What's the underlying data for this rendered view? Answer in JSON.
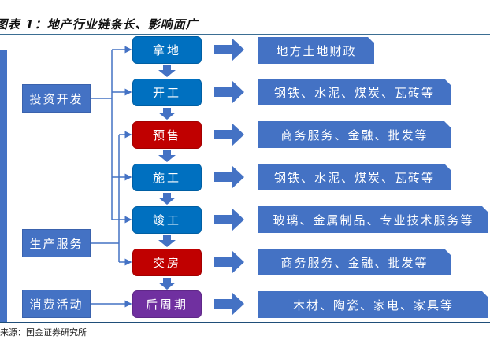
{
  "title": "图表 1：地产行业链条长、影响面广",
  "source": "来源：国金证券研究所",
  "colors": {
    "blue_stage": "#0070c0",
    "red_stage": "#c00000",
    "purple_stage": "#7030a0",
    "category": "#4472c4",
    "industry": "#4472c4",
    "connector": "#4472c4"
  },
  "categories": [
    {
      "label": "投资开发"
    },
    {
      "label": "生产服务"
    },
    {
      "label": "消费活动"
    }
  ],
  "stages": [
    {
      "label": "拿地",
      "color": "#0070c0",
      "category": "投资开发"
    },
    {
      "label": "开工",
      "color": "#0070c0",
      "category": "投资开发"
    },
    {
      "label": "预售",
      "color": "#c00000",
      "category": "生产服务"
    },
    {
      "label": "施工",
      "color": "#0070c0",
      "category": "投资开发"
    },
    {
      "label": "竣工",
      "color": "#0070c0",
      "category": "投资开发"
    },
    {
      "label": "交房",
      "color": "#c00000",
      "category": "生产服务"
    },
    {
      "label": "后周期",
      "color": "#7030a0",
      "category": "消费活动"
    }
  ],
  "industries": [
    {
      "label": "地方土地财政"
    },
    {
      "label": "钢铁、水泥、煤炭、瓦砖等"
    },
    {
      "label": "商务服务、金融、批发等"
    },
    {
      "label": "钢铁、水泥、煤炭、瓦砖等"
    },
    {
      "label": "玻璃、金属制品、专业技术服务等"
    },
    {
      "label": "商务服务、金融、批发等"
    },
    {
      "label": "木材、陶瓷、家电、家具等"
    }
  ]
}
